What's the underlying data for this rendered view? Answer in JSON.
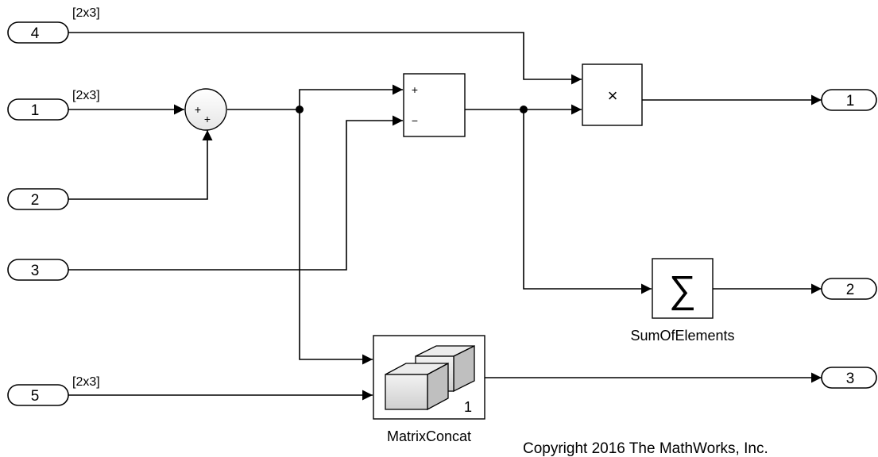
{
  "inports": [
    {
      "id": "in4",
      "label": "4"
    },
    {
      "id": "in1",
      "label": "1"
    },
    {
      "id": "in2",
      "label": "2"
    },
    {
      "id": "in3",
      "label": "3"
    },
    {
      "id": "in5",
      "label": "5"
    }
  ],
  "outports": [
    {
      "id": "out1",
      "label": "1"
    },
    {
      "id": "out2",
      "label": "2"
    },
    {
      "id": "out3",
      "label": "3"
    }
  ],
  "signal_dims": {
    "in4": "[2x3]",
    "in1": "[2x3]",
    "in5": "[2x3]"
  },
  "blocks": {
    "add": {
      "signs": [
        "+",
        "+"
      ]
    },
    "subtract": {
      "signs": [
        "+",
        "−"
      ]
    },
    "product": {
      "symbol": "×"
    },
    "sum_of_elements": {
      "symbol": "∑",
      "label": "SumOfElements"
    },
    "matrix_concat": {
      "label": "MatrixConcat",
      "param": "1"
    }
  },
  "copyright": "Copyright 2016 The MathWorks, Inc."
}
